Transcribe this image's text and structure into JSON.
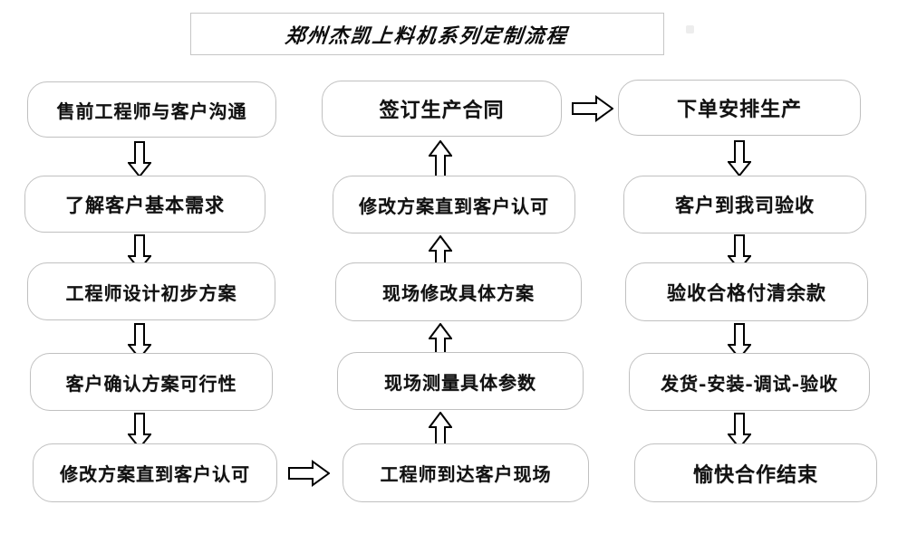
{
  "page": {
    "title": "郑州杰凯上料机系列定制流程",
    "background_color": "#ffffff",
    "box_border_color": "#c0c0c0",
    "text_color": "#111111",
    "arrow_color": "#000000"
  },
  "chart_data": {
    "type": "diagram",
    "title": "郑州杰凯上料机系列定制流程",
    "layout": "three-column flowchart; column 1 top-to-bottom, column 2 bottom-to-top, column 3 top-to-bottom",
    "columns": [
      {
        "id": "column-1",
        "direction": "down",
        "nodes": [
          "售前工程师与客户沟通",
          "了解客户基本需求",
          "工程师设计初步方案",
          "客户确认方案可行性",
          "修改方案直到客户认可"
        ]
      },
      {
        "id": "column-2",
        "direction": "up",
        "nodes": [
          "签订生产合同",
          "修改方案直到客户认可",
          "现场修改具体方案",
          "现场测量具体参数",
          "工程师到达客户现场"
        ]
      },
      {
        "id": "column-3",
        "direction": "down",
        "nodes": [
          "下单安排生产",
          "客户到我司验收",
          "验收合格付清余款",
          "发货-安装-调试-验收",
          "愉快合作结束"
        ]
      }
    ],
    "connectors": [
      {
        "from": "售前工程师与客户沟通",
        "to": "了解客户基本需求",
        "direction": "down"
      },
      {
        "from": "了解客户基本需求",
        "to": "工程师设计初步方案",
        "direction": "down"
      },
      {
        "from": "工程师设计初步方案",
        "to": "客户确认方案可行性",
        "direction": "down"
      },
      {
        "from": "客户确认方案可行性",
        "to": "修改方案直到客户认可",
        "direction": "down"
      },
      {
        "from": "修改方案直到客户认可",
        "to": "工程师到达客户现场",
        "direction": "right"
      },
      {
        "from": "工程师到达客户现场",
        "to": "现场测量具体参数",
        "direction": "up"
      },
      {
        "from": "现场测量具体参数",
        "to": "现场修改具体方案",
        "direction": "up"
      },
      {
        "from": "现场修改具体方案",
        "to": "修改方案直到客户认可",
        "direction": "up"
      },
      {
        "from": "修改方案直到客户认可",
        "to": "签订生产合同",
        "direction": "up"
      },
      {
        "from": "签订生产合同",
        "to": "下单安排生产",
        "direction": "right"
      },
      {
        "from": "下单安排生产",
        "to": "客户到我司验收",
        "direction": "down"
      },
      {
        "from": "客户到我司验收",
        "to": "验收合格付清余款",
        "direction": "down"
      },
      {
        "from": "验收合格付清余款",
        "to": "发货-安装-调试-验收",
        "direction": "down"
      },
      {
        "from": "发货-安装-调试-验收",
        "to": "愉快合作结束",
        "direction": "down"
      }
    ]
  },
  "col1": {
    "n1": "售前工程师与客户沟通",
    "n2": "了解客户基本需求",
    "n3": "工程师设计初步方案",
    "n4": "客户确认方案可行性",
    "n5": "修改方案直到客户认可"
  },
  "col2": {
    "n1": "签订生产合同",
    "n2": "修改方案直到客户认可",
    "n3": "现场修改具体方案",
    "n4": "现场测量具体参数",
    "n5": "工程师到达客户现场"
  },
  "col3": {
    "n1": "下单安排生产",
    "n2": "客户到我司验收",
    "n3": "验收合格付清余款",
    "n4": "发货-安装-调试-验收",
    "n5": "愉快合作结束"
  }
}
